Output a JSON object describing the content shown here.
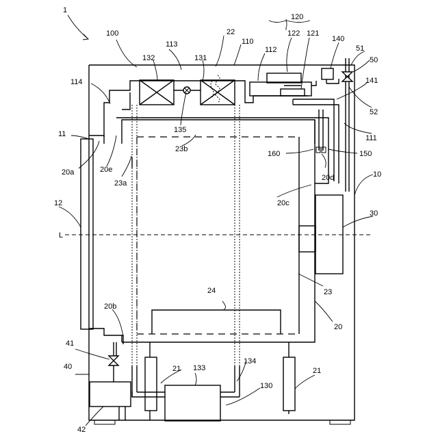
{
  "labels": {
    "l1": "1",
    "l100": "100",
    "l22": "22",
    "l120": "120",
    "l140": "140",
    "l51": "51",
    "l50": "50",
    "l113": "113",
    "l110": "110",
    "l112": "112",
    "l122": "122",
    "l121": "121",
    "l132": "132",
    "l131": "131",
    "l114": "114",
    "l141": "141",
    "l52": "52",
    "l11": "11",
    "l135": "135",
    "l111": "111",
    "l20a": "20a",
    "l20e": "20e",
    "l23b": "23b",
    "l160": "160",
    "l150": "150",
    "l23a": "23a",
    "l20d": "20d",
    "l10": "10",
    "l20c": "20c",
    "l12": "12",
    "l30": "30",
    "lL": "L",
    "l23": "23",
    "l24": "24",
    "l20b": "20b",
    "l20": "20",
    "l41": "41",
    "l134": "134",
    "l40": "40",
    "l21a": "21",
    "l133": "133",
    "l21b": "21",
    "l130": "130",
    "l42": "42"
  }
}
